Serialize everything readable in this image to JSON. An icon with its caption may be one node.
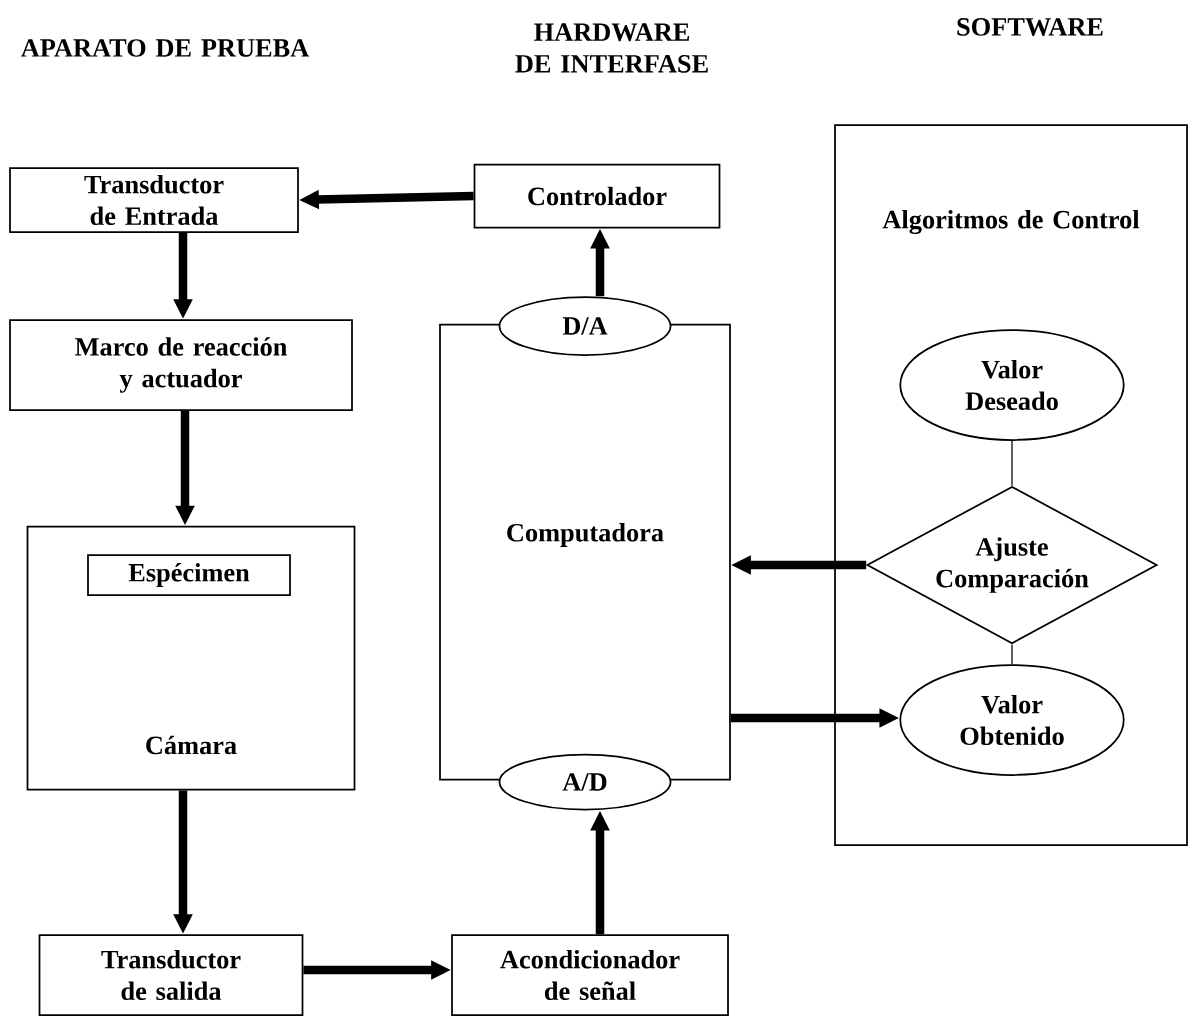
{
  "diagram": {
    "nodes": [
      {
        "text": [
          "Transductor de Entrada"
        ]
      },
      {
        "text": [
          "Controlador"
        ]
      },
      {
        "text": [
          "Algoritmos de Control"
        ]
      },
      {
        "text": [
          "Marco de reacción y actuador"
        ]
      },
      {
        "text": [
          "D/A"
        ]
      },
      {
        "text": [
          "Computadora"
        ]
      },
      {
        "text": [
          "Valor Deseado"
        ],
        "in": 2
      },
      {
        "text": [
          "Cámara"
        ]
      },
      {
        "text": [
          "Espécimen"
        ],
        "in": 7
      },
      {
        "text": [
          "Ajuste Comparación"
        ],
        "in": 2
      },
      {
        "text": [
          "Valor Obtenido"
        ],
        "in": 2
      },
      {
        "text": [
          "A/D"
        ]
      },
      {
        "text": [
          "Transductor de salida"
        ]
      },
      {
        "text": [
          "Acondicionador de señal"
        ]
      }
    ],
    "edges": [
      {
        "from": 1,
        "to": 0,
        "arrow": "to"
      },
      {
        "from": 4,
        "to": 1,
        "arrow": "to"
      },
      {
        "from": 0,
        "to": 3,
        "arrow": "to"
      },
      {
        "from": 3,
        "to": 7,
        "arrow": "to"
      },
      {
        "from": 7,
        "to": 12,
        "arrow": "to"
      },
      {
        "from": 12,
        "to": 13,
        "arrow": "to"
      },
      {
        "from": 13,
        "to": 11,
        "arrow": "to"
      },
      {
        "from": 9,
        "to": 5,
        "arrow": "to"
      },
      {
        "from": 5,
        "to": 10,
        "arrow": "to"
      },
      {
        "from": 6,
        "to": 9,
        "arrow": "none"
      },
      {
        "from": 9,
        "to": 10,
        "arrow": "none"
      }
    ],
    "labels": [
      "APARATO DE PRUEBA",
      "HARDWARE DE INTERFASE",
      "SOFTWARE"
    ]
  }
}
